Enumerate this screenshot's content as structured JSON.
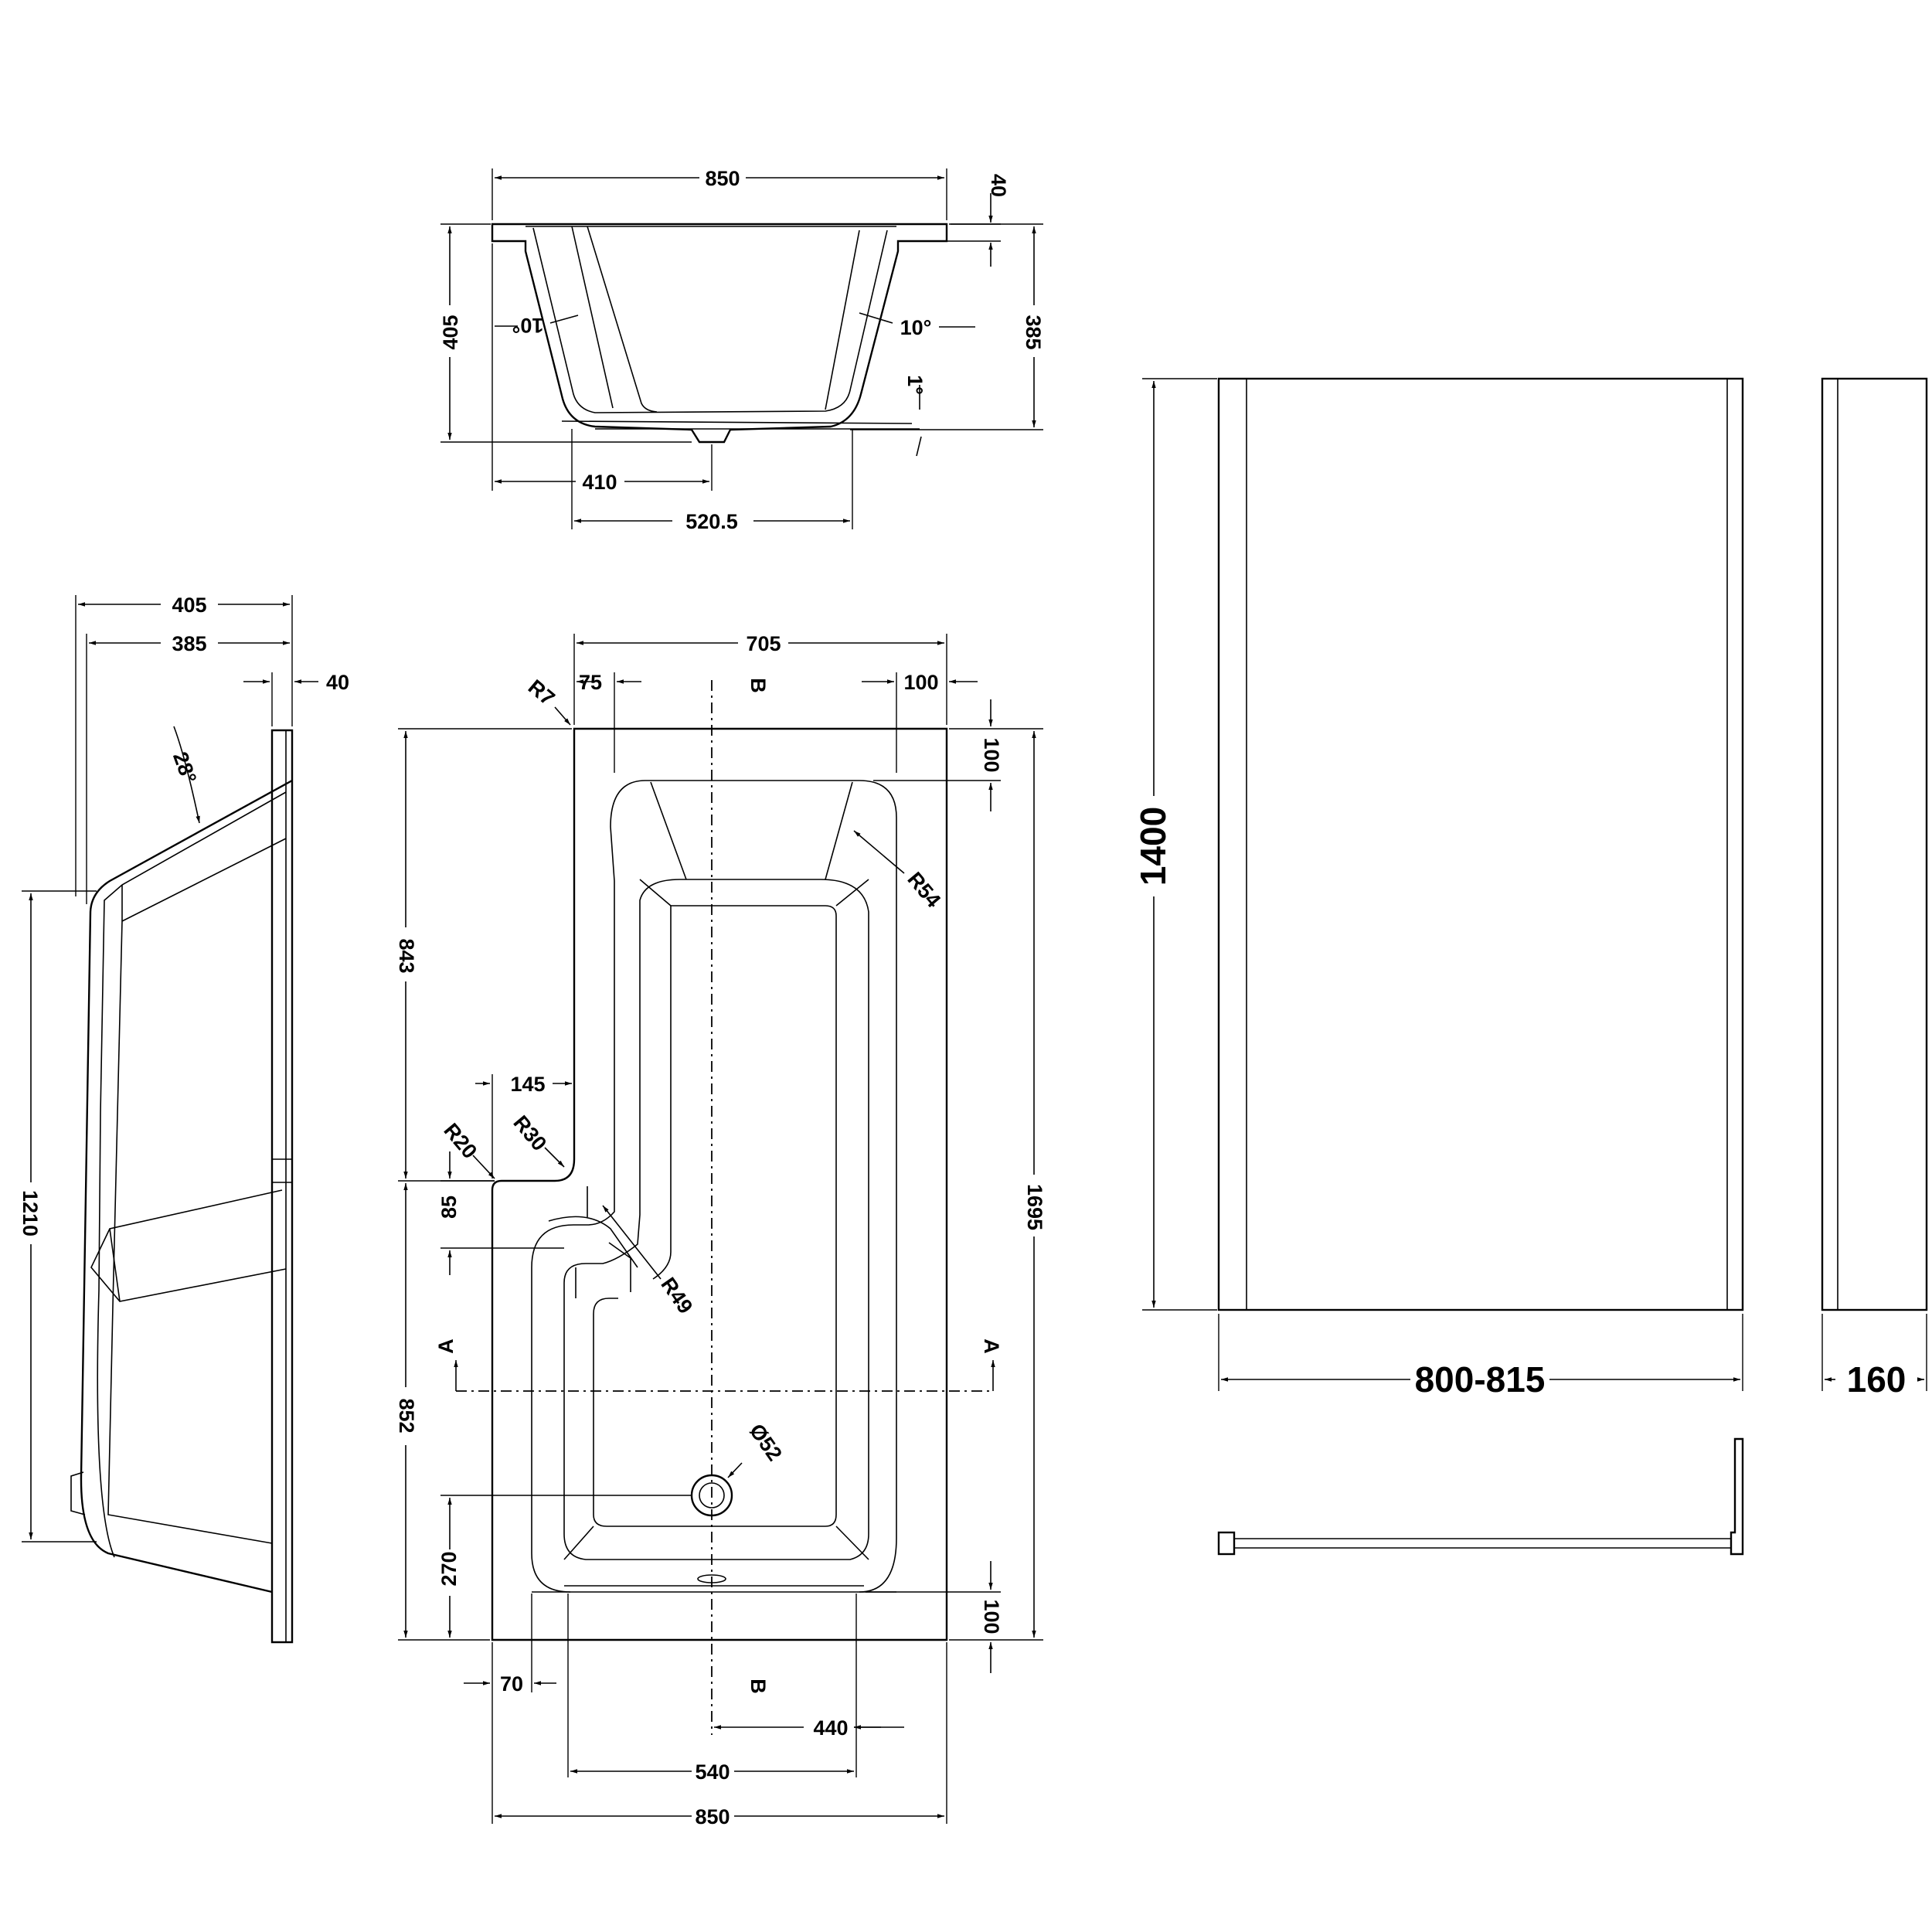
{
  "drawing": {
    "end_view": {
      "overall_width": "850",
      "rim_height": "40",
      "depth_left": "405",
      "depth_right": "385",
      "angle_left": "10°",
      "angle_right": "10°",
      "floor_slope": "1°",
      "waste_offset": "410",
      "floor_width": "520.5"
    },
    "side_view": {
      "width_outer": "405",
      "width_inner": "385",
      "rim": "40",
      "backrest_angle": "28°",
      "inner_length": "1210"
    },
    "plan_view": {
      "top_width": "705",
      "corner_radius_top": "R7",
      "rim_left": "75",
      "section_b": "B",
      "rim_right": "100",
      "rim_top": "100",
      "head_radius": "R54",
      "upper_length": "843",
      "step_width": "145",
      "radius_r20": "R20",
      "radius_r30": "R30",
      "step_height": "85",
      "radius_r49": "R49",
      "overall_length": "1695",
      "section_a": "A",
      "lower_length": "852",
      "waste_diameter": "Ø52",
      "waste_from_end": "270",
      "rim_bottom": "100",
      "rim_left_lower": "70",
      "waste_to_side": "440",
      "floor_width": "540",
      "overall_width": "850"
    },
    "screen": {
      "height": "1400",
      "width": "800-815",
      "depth": "160"
    }
  }
}
